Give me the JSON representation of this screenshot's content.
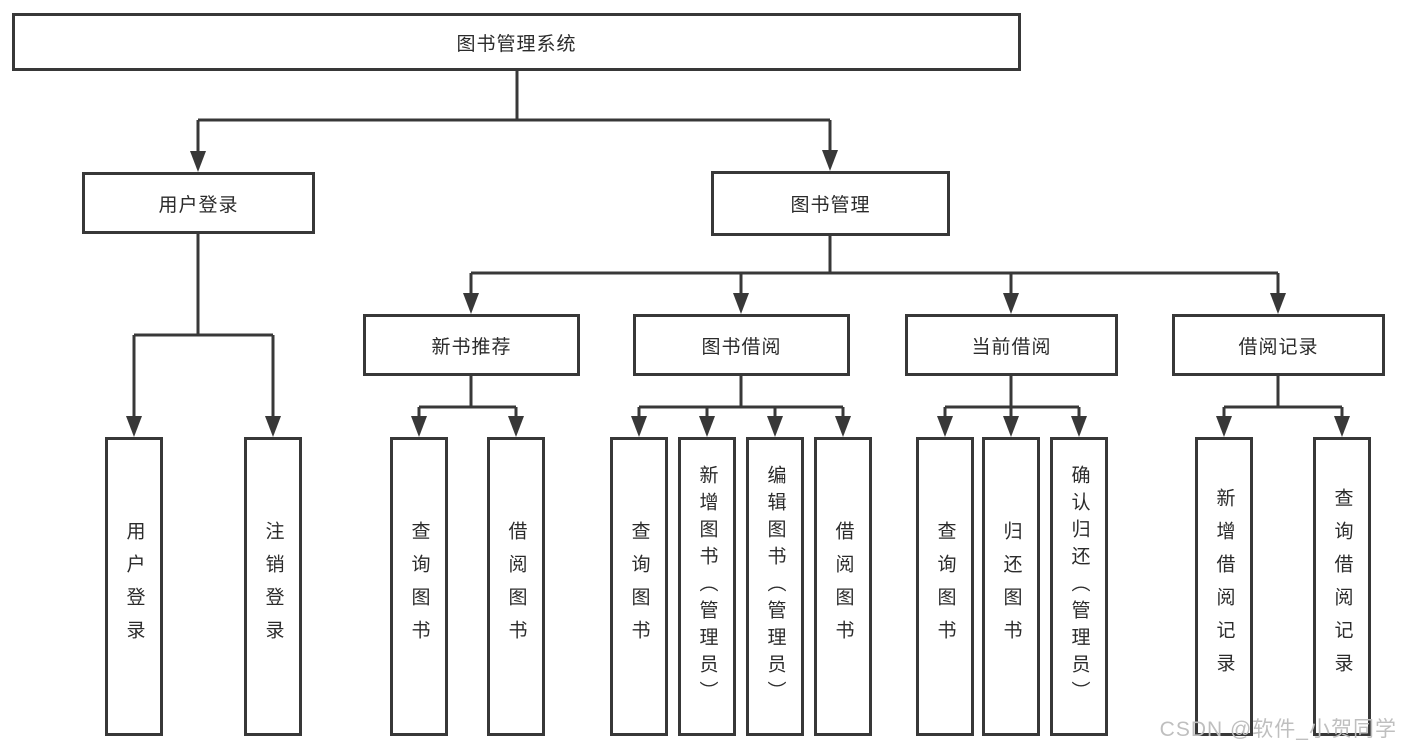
{
  "tree": {
    "root": "图书管理系统",
    "level2": [
      "用户登录",
      "图书管理"
    ],
    "level3": [
      "新书推荐",
      "图书借阅",
      "当前借阅",
      "借阅记录"
    ],
    "leaves": [
      "用户登录",
      "注销登录",
      "查询图书",
      "借阅图书",
      "查询图书",
      "新增图书（管理员）",
      "编辑图书（管理员）",
      "借阅图书",
      "查询图书",
      "归还图书",
      "确认归还（管理员）",
      "新增借阅记录",
      "查询借阅记录"
    ]
  },
  "watermark": "CSDN @软件_小贺同学",
  "colors": {
    "line": "#383838",
    "text": "#2b2b2b",
    "background": "#ffffff",
    "watermark": "#bfbfbf"
  }
}
